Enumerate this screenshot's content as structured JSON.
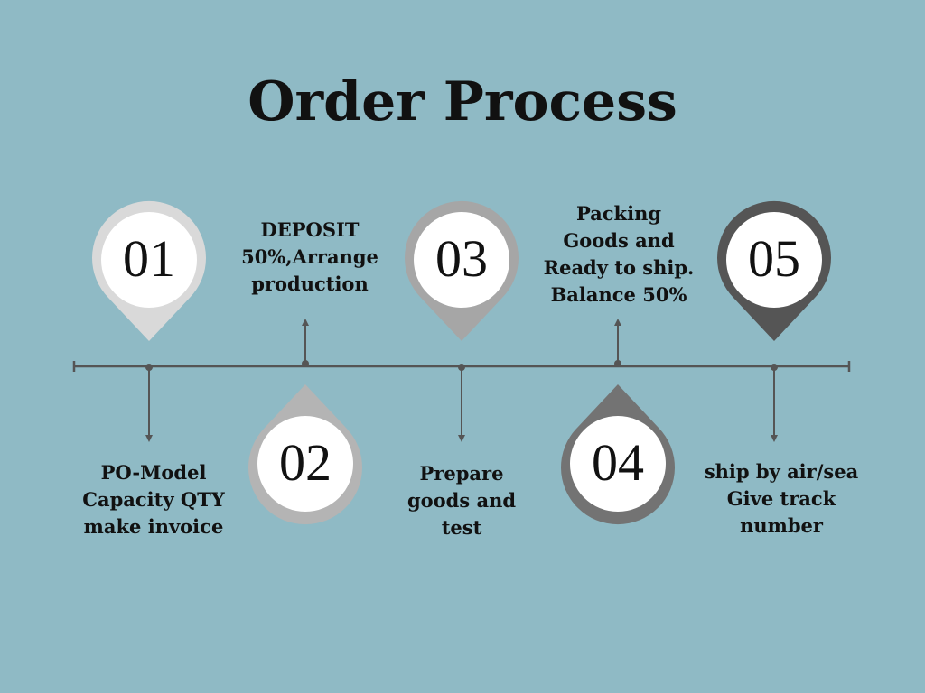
{
  "title": "Order Process",
  "steps": [
    {
      "number": "01",
      "label": "PO-Model\nCapacity QTY\nmake invoice",
      "pin_color": "#d9d9d9"
    },
    {
      "number": "02",
      "label": "DEPOSIT\n50%,Arrange\nproduction",
      "pin_color": "#b4b4b4"
    },
    {
      "number": "03",
      "label": "Prepare\ngoods and\ntest",
      "pin_color": "#a6a6a6"
    },
    {
      "number": "04",
      "label": "Packing\nGoods and\nReady to ship.\nBalance 50%",
      "pin_color": "#737373"
    },
    {
      "number": "05",
      "label": "ship by air/sea\nGive track\nnumber",
      "pin_color": "#555555"
    }
  ],
  "colors": {
    "background": "#8fbac5",
    "line": "#555555"
  }
}
